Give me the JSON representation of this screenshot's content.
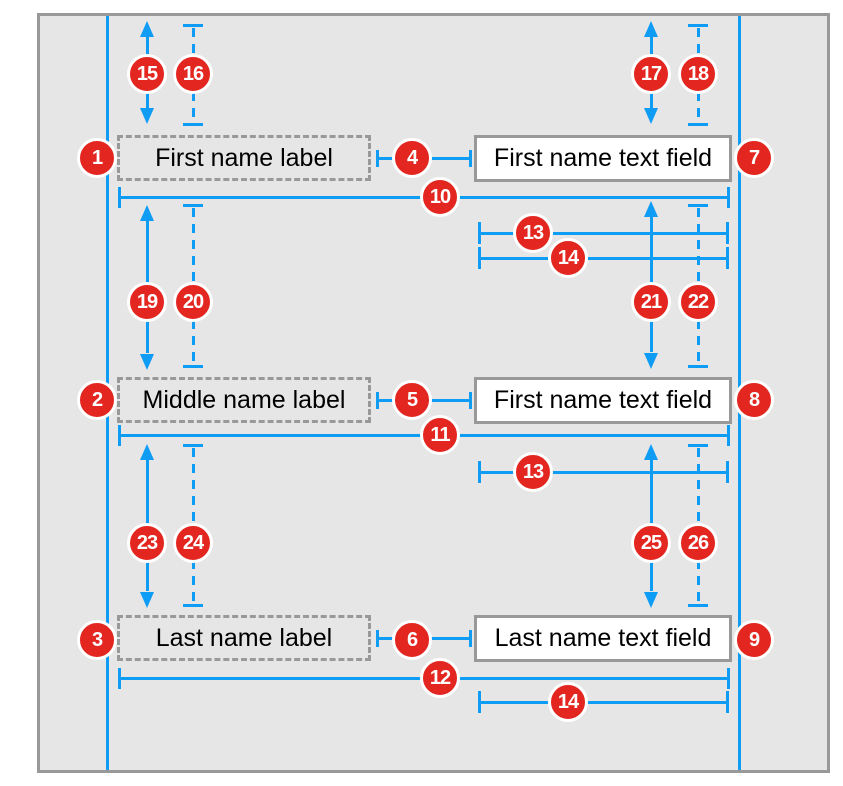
{
  "rows": [
    {
      "label": "First name label",
      "field": "First name text field"
    },
    {
      "label": "Middle name label",
      "field": "First name text field"
    },
    {
      "label": "Last name label",
      "field": "Last name text field"
    }
  ],
  "callouts": {
    "c1": "1",
    "c2": "2",
    "c3": "3",
    "c4": "4",
    "c5": "5",
    "c6": "6",
    "c7": "7",
    "c8": "8",
    "c9": "9",
    "c10": "10",
    "c11": "11",
    "c12": "12",
    "c13": "13",
    "c14": "14",
    "c15": "15",
    "c16": "16",
    "c17": "17",
    "c18": "18",
    "c19": "19",
    "c20": "20",
    "c21": "21",
    "c22": "22",
    "c23": "23",
    "c24": "24",
    "c25": "25",
    "c26": "26"
  },
  "colors": {
    "blue": "#0E9CF5",
    "red": "#E3261F",
    "gray": "#999999",
    "bg": "#E6E6E6"
  }
}
